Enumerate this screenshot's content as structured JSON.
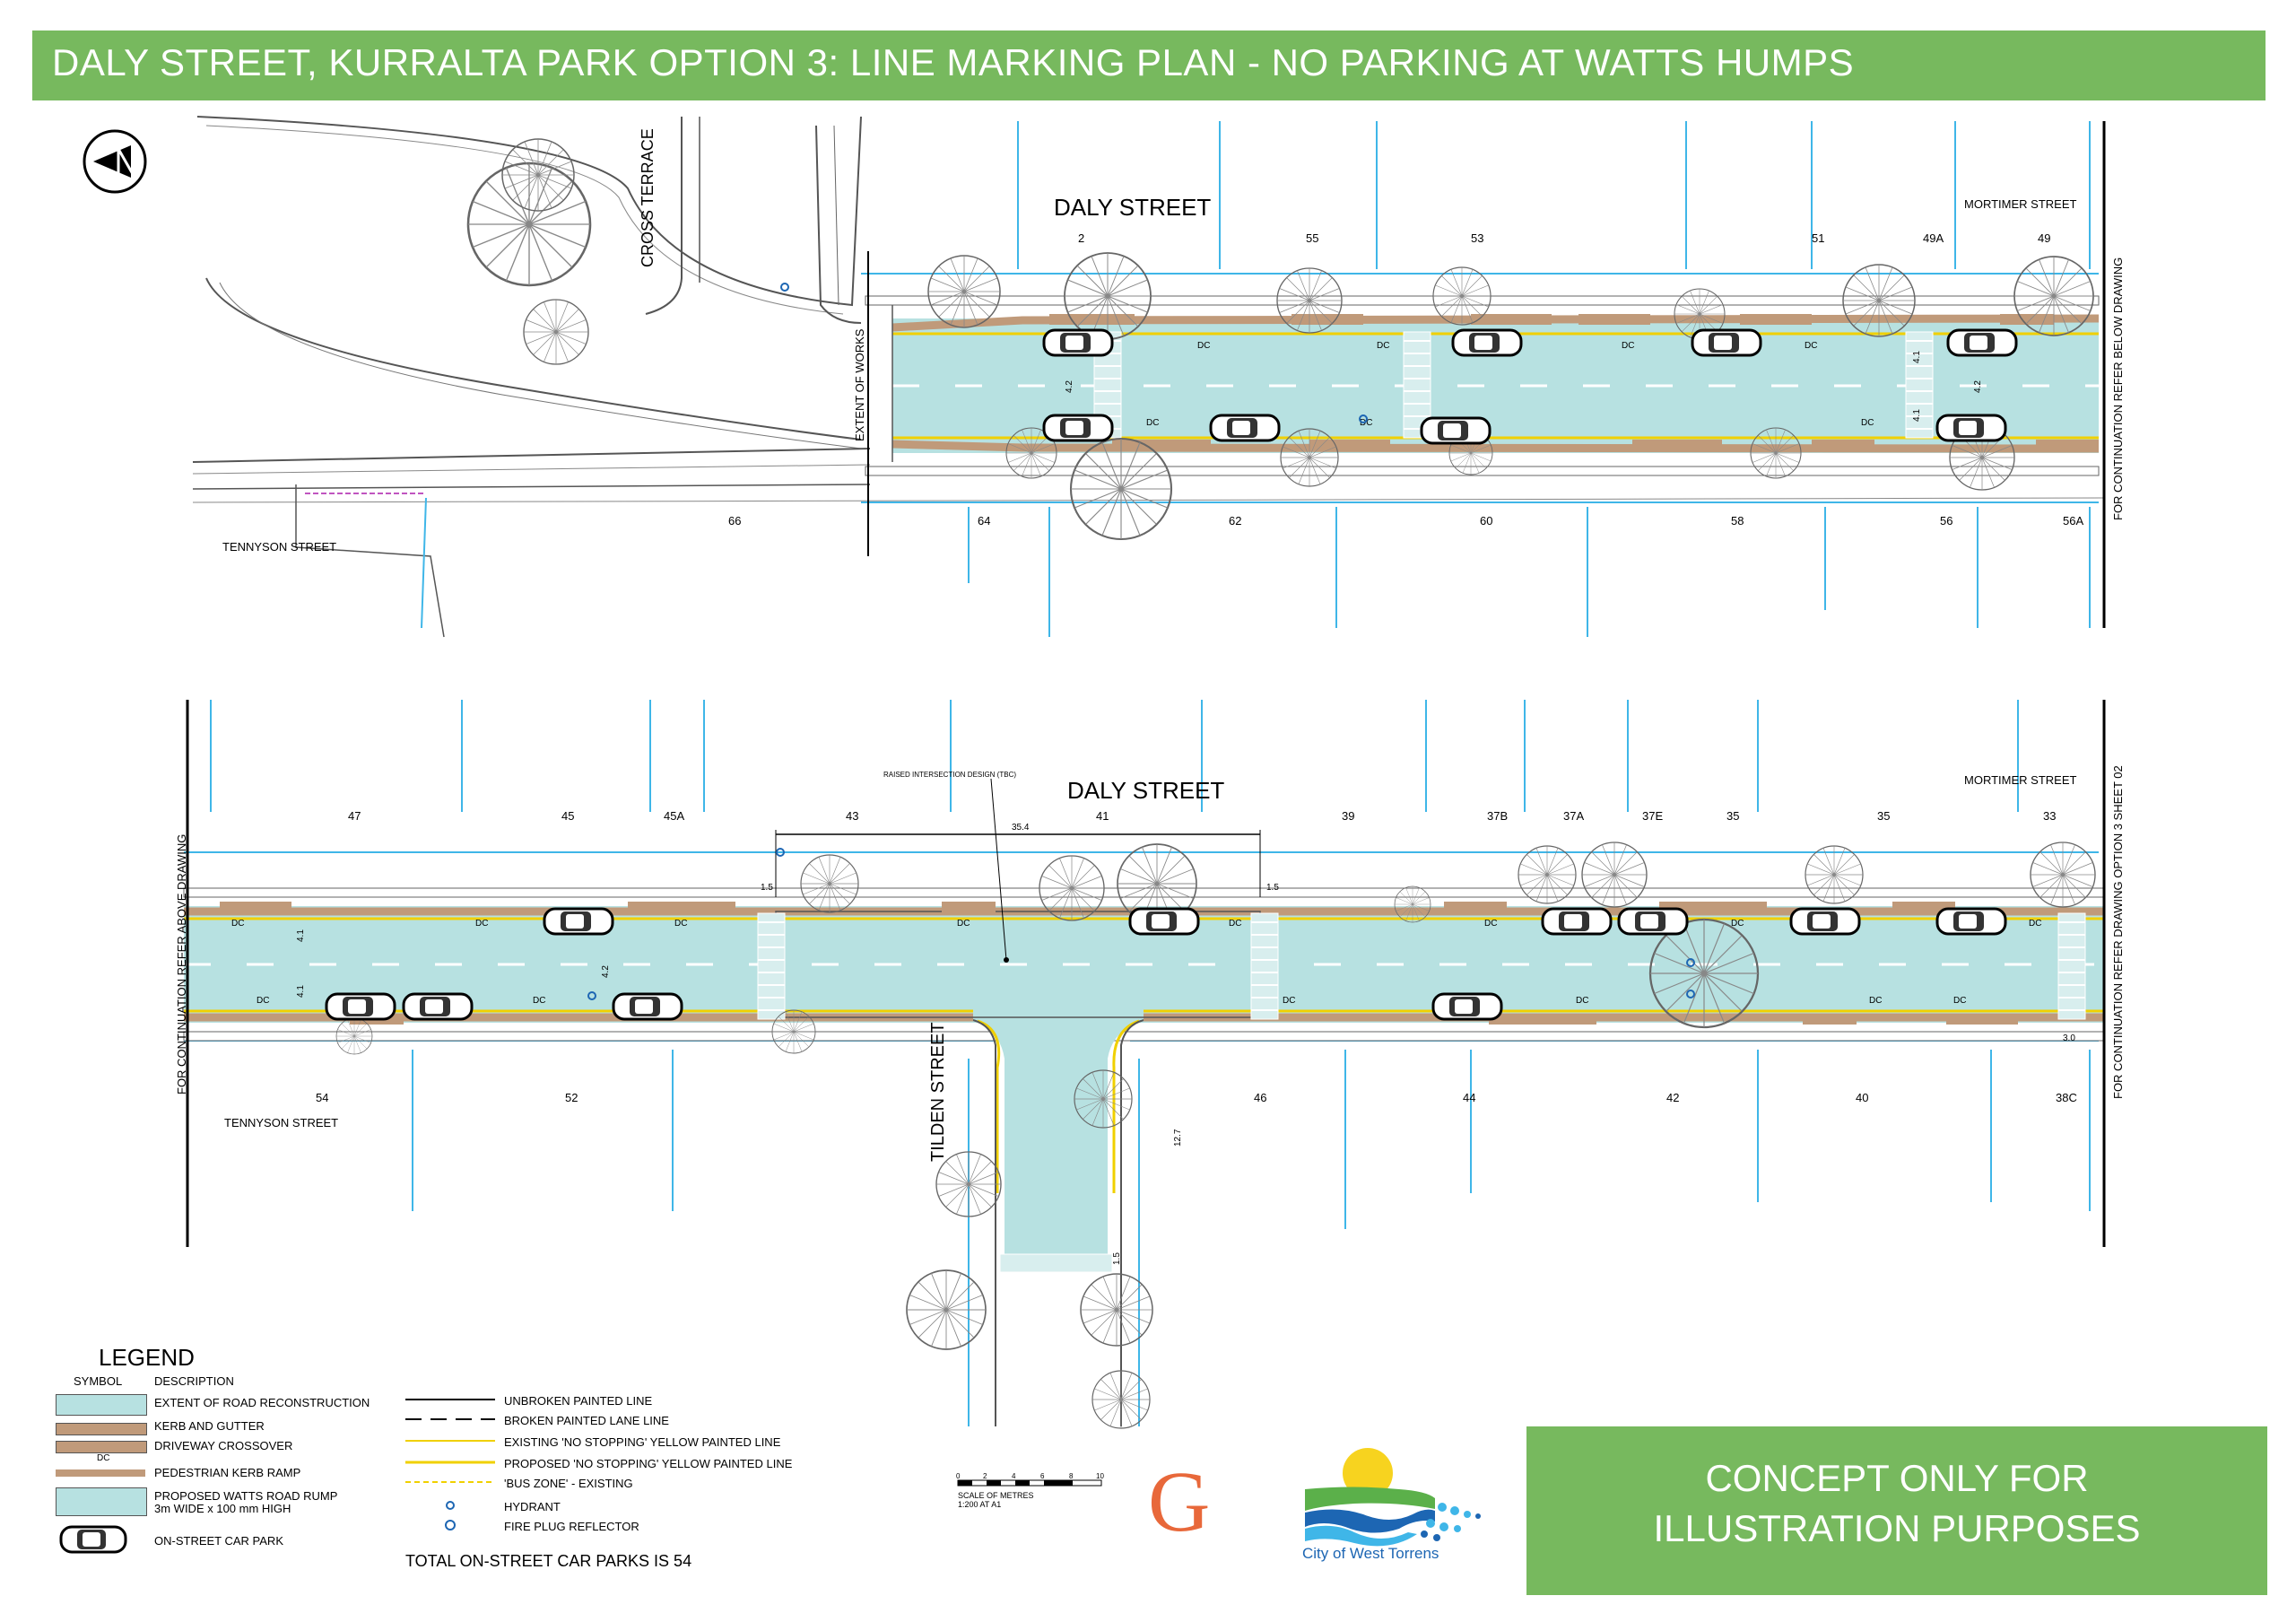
{
  "title": "DALY STREET, KURRALTA PARK OPTION 3:  LINE MARKING PLAN - NO PARKING AT WATTS HUMPS",
  "colors": {
    "title_bar": "#77b95e",
    "road_reconstruction": "#b7e1e1",
    "kerb": "#c09a7a",
    "cadastre_line": "#3fb6e8",
    "yellow_line": "#f0d000"
  },
  "north_arrow": "north-arrow-icon",
  "top_sheet": {
    "street_name": "DALY STREET",
    "cross_terrace": "CROSS TERRACE",
    "mortimer_street": "MORTIMER STREET",
    "tennyson_street": "TENNYSON STREET",
    "extent_of_works": "EXTENT OF WORKS",
    "continuation": "FOR CONTINUATION REFER BELOW DRAWING",
    "north_lots": [
      "2",
      "55",
      "53",
      "51",
      "49A",
      "49"
    ],
    "south_lots": [
      "66",
      "64",
      "62",
      "60",
      "58",
      "56",
      "56A"
    ],
    "dc_labels": [
      "DC",
      "DC",
      "DC",
      "DC",
      "DC",
      "DC",
      "DC"
    ],
    "dims": [
      "4.2",
      "4.2",
      "4.1",
      "4.1"
    ]
  },
  "bottom_sheet": {
    "street_name": "DALY STREET",
    "mortimer_street": "MORTIMER STREET",
    "tennyson_street": "TENNYSON STREET",
    "tilden_street": "TILDEN STREET",
    "raised_intersection": "RAISED INTERSECTION DESIGN (TBC)",
    "continuation_left": "FOR CONTINUATION REFER ABOVE DRAWING",
    "continuation_right": "FOR CONTINUATION REFER DRAWING OPTION 3 SHEET 02",
    "north_lots": [
      "47",
      "45",
      "45A",
      "43",
      "41",
      "39",
      "37B",
      "37A",
      "37E",
      "35",
      "35",
      "33"
    ],
    "south_lots": [
      "54",
      "52",
      "46",
      "44",
      "42",
      "40",
      "38C"
    ],
    "dims": [
      "35.4",
      "1.5",
      "1.5",
      "4.2",
      "4.1",
      "4.1",
      "12.7",
      "1.5",
      "3.0"
    ],
    "dc_labels": [
      "DC",
      "DC",
      "DC",
      "DC",
      "DC",
      "DC",
      "DC",
      "DC",
      "DC",
      "DC",
      "DC",
      "DC",
      "DC",
      "DC"
    ]
  },
  "legend": {
    "title": "LEGEND",
    "col_symbol": "SYMBOL",
    "col_description": "DESCRIPTION",
    "left_items": [
      "EXTENT OF ROAD RECONSTRUCTION",
      "KERB AND GUTTER",
      "DRIVEWAY CROSSOVER",
      "PEDESTRIAN KERB RAMP",
      "PROPOSED WATTS ROAD RUMP",
      "3m WIDE x 100 mm HIGH",
      "ON-STREET CAR PARK"
    ],
    "right_items": [
      "UNBROKEN PAINTED LINE",
      "BROKEN PAINTED LANE LINE",
      "EXISTING 'NO STOPPING' YELLOW PAINTED LINE",
      "PROPOSED 'NO STOPPING' YELLOW PAINTED LINE",
      "'BUS ZONE' - EXISTING",
      "HYDRANT",
      "FIRE PLUG REFLECTOR"
    ],
    "dc_symbol": "DC",
    "total": "TOTAL ON-STREET CAR PARKS IS 54"
  },
  "scale": {
    "ticks": [
      "0",
      "2",
      "4",
      "6",
      "8",
      "10"
    ],
    "label1": "SCALE OF METRES",
    "label2": "1:200 AT A1"
  },
  "logo_g": "G",
  "logo_council": "City of West Torrens",
  "concept": {
    "line1": "CONCEPT ONLY FOR",
    "line2": "ILLUSTRATION PURPOSES"
  }
}
